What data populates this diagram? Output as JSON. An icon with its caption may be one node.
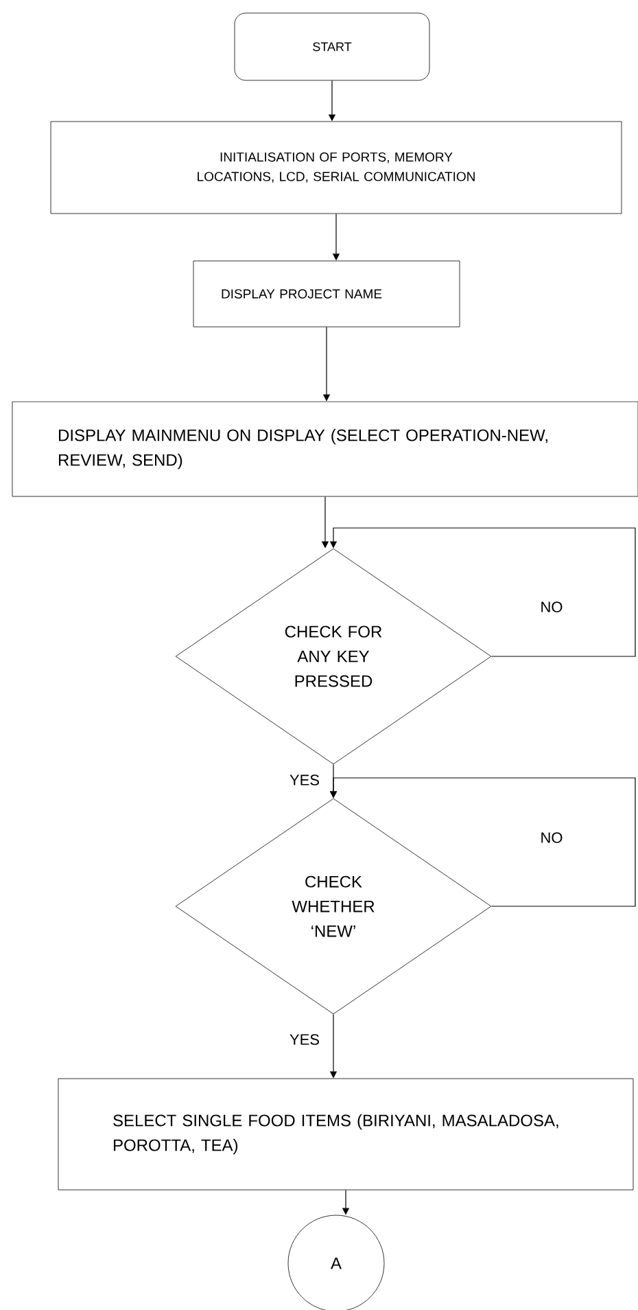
{
  "diagram": {
    "nodes": [
      {
        "text": [
          "START"
        ]
      },
      {
        "text": [
          "INITIALISATION OF PORTS, MEMORY LOCATIONS, LCD, SERIAL COMMUNICATION"
        ]
      },
      {
        "text": [
          "DISPLAY PROJECT NAME"
        ]
      },
      {
        "text": [
          "DISPLAY MAINMENU ON DISPLAY (SELECT OPERATION-NEW, REVIEW, SEND)"
        ]
      },
      {
        "text": [
          "CHECK FOR ANY KEY PRESSED"
        ]
      },
      {
        "text": [
          "CHECK WHETHER ‘NEW’"
        ]
      },
      {
        "text": [
          "SELECT SINGLE FOOD ITEMS (BIRIYANI, MASALADOSA, POROTTA, TEA)"
        ]
      },
      {
        "text": [
          "A"
        ]
      }
    ],
    "edges": [
      {
        "from": 0,
        "to": 1,
        "arrow": "to"
      },
      {
        "from": 1,
        "to": 2,
        "arrow": "to"
      },
      {
        "from": 2,
        "to": 3,
        "arrow": "to"
      },
      {
        "from": 3,
        "to": 4,
        "arrow": "to"
      },
      {
        "from": 4,
        "to": 4,
        "arrow": "to",
        "label": "NO"
      },
      {
        "from": 4,
        "to": 5,
        "arrow": "to",
        "label": "YES"
      },
      {
        "from": 5,
        "to": 5,
        "arrow": "to",
        "label": "NO"
      },
      {
        "from": 5,
        "to": 6,
        "arrow": "to",
        "label": "YES"
      },
      {
        "from": 6,
        "to": 7,
        "arrow": "to"
      }
    ]
  }
}
